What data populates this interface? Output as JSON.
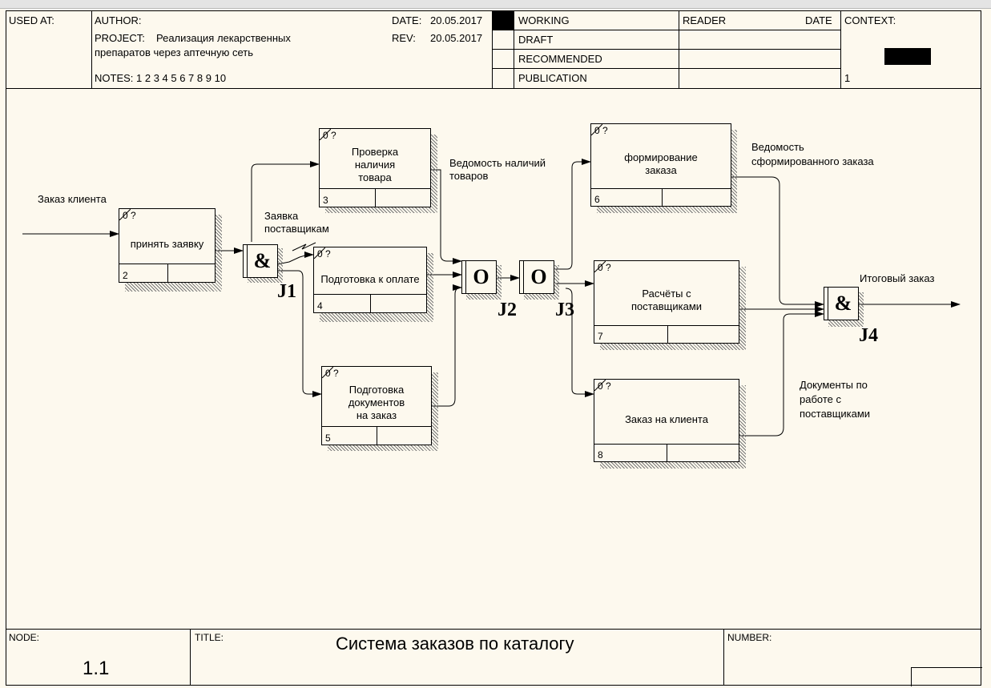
{
  "header": {
    "used_at": "USED AT:",
    "author": "AUTHOR:",
    "project_label": "PROJECT:",
    "project_line1": "Реализация лекарственных",
    "project_line2": "препаратов через аптечную сеть",
    "notes": "NOTES:  1  2  3  4  5  6  7  8  9  10",
    "date_label": "DATE:",
    "date_value": "20.05.2017",
    "rev_label": "REV:",
    "rev_value": "20.05.2017",
    "status": [
      "WORKING",
      "DRAFT",
      "RECOMMENDED",
      "PUBLICATION"
    ],
    "reader": "READER",
    "reader_date": "DATE",
    "context": "CONTEXT:",
    "context_num": "1"
  },
  "footer": {
    "node_label": "NODE:",
    "node_value": "1.1",
    "title_label": "TITLE:",
    "title_value": "Система заказов по каталогу",
    "number_label": "NUMBER:"
  },
  "boxes": [
    {
      "id": "2",
      "cost": "0 ?",
      "lines": [
        "принять заявку"
      ]
    },
    {
      "id": "3",
      "cost": "0 ?",
      "lines": [
        "Проверка",
        "наличия",
        "товара"
      ]
    },
    {
      "id": "4",
      "cost": "0 ?",
      "lines": [
        "Подготовка к оплате"
      ]
    },
    {
      "id": "5",
      "cost": "0 ?",
      "lines": [
        "Подготовка",
        "документов",
        "на заказ"
      ]
    },
    {
      "id": "6",
      "cost": "0 ?",
      "lines": [
        "формирование",
        "заказа"
      ]
    },
    {
      "id": "7",
      "cost": "0 ?",
      "lines": [
        "Расчёты с",
        "поставщиками"
      ]
    },
    {
      "id": "8",
      "cost": "0 ?",
      "lines": [
        "Заказ на клиента"
      ]
    }
  ],
  "junctions": [
    {
      "id": "J1",
      "symbol": "&"
    },
    {
      "id": "J2",
      "symbol": "O"
    },
    {
      "id": "J3",
      "symbol": "O"
    },
    {
      "id": "J4",
      "symbol": "&"
    }
  ],
  "labels": {
    "order_client": "Заказ клиента",
    "supplier_request_1": "Заявка",
    "supplier_request_2": "поставщикам",
    "availability_1": "Ведомость наличий",
    "availability_2": "товаров",
    "formed_1": "Ведомость",
    "formed_2": "сформированного заказа",
    "final_order": "Итоговый заказ",
    "docs_1": "Документы по",
    "docs_2": "работе с",
    "docs_3": "поставщиками"
  }
}
